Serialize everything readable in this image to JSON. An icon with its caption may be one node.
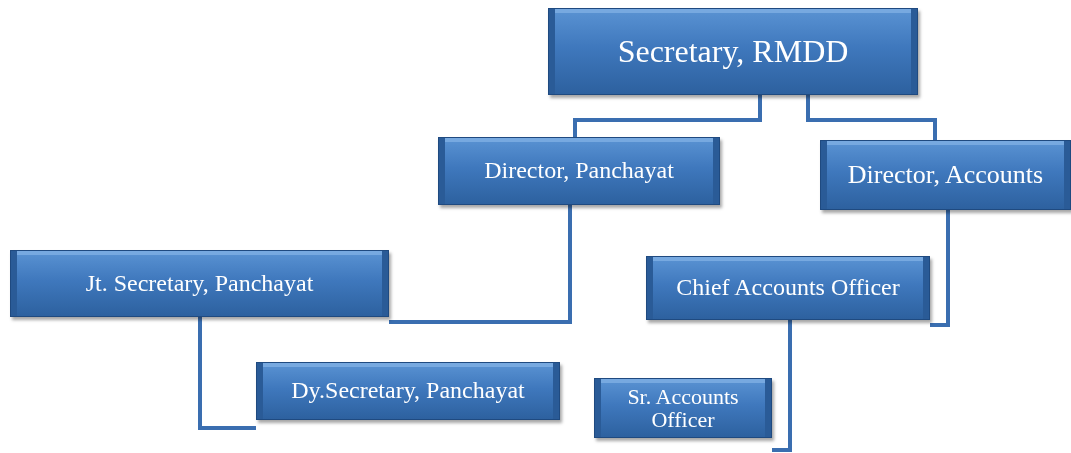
{
  "diagram": {
    "nodes": [
      {
        "text": [
          "Secretary, RMDD"
        ]
      },
      {
        "text": [
          "Director, Panchayat"
        ]
      },
      {
        "text": [
          "Director, Accounts"
        ]
      },
      {
        "text": [
          "Jt. Secretary, Panchayat"
        ]
      },
      {
        "text": [
          "Chief Accounts Officer"
        ]
      },
      {
        "text": [
          "Dy.Secretary, Panchayat"
        ]
      },
      {
        "text": [
          "Sr. Accounts Officer"
        ]
      }
    ],
    "edges": [
      {
        "from": 0,
        "to": 1,
        "arrow": "none"
      },
      {
        "from": 0,
        "to": 2,
        "arrow": "none"
      },
      {
        "from": 1,
        "to": 3,
        "arrow": "none"
      },
      {
        "from": 3,
        "to": 5,
        "arrow": "none"
      },
      {
        "from": 2,
        "to": 4,
        "arrow": "none"
      },
      {
        "from": 4,
        "to": 6,
        "arrow": "none"
      }
    ]
  }
}
